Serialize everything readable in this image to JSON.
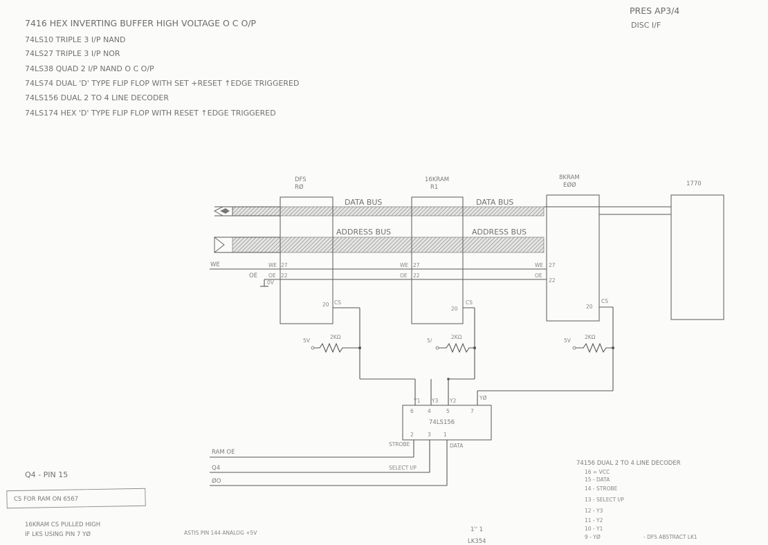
{
  "header_notes": [
    "7416   HEX INVERTING BUFFER HIGH VOLTAGE  O C O/P",
    "74LS10  TRIPLE  3 I/P NAND",
    "74LS27  TRIPLE  3 I/P NOR",
    "74LS38  QUAD  2 I/P NAND  O C O/P",
    "74LS74  DUAL 'D' TYPE FLIP FLOP WITH SET +RESET  ↑EDGE TRIGGERED",
    "74LS156  DUAL  2 TO 4  LINE DECODER",
    "74LS174  HEX 'D' TYPE FLIP FLOP WITH RESET   ↑EDGE TRIGGERED"
  ],
  "title_block": {
    "line1": "PRES AP3/4",
    "line2": "DISC I/F"
  },
  "chips": {
    "dfs": {
      "name": "DFS",
      "id": "RØ"
    },
    "ram16k": {
      "name": "16KRAM",
      "id": "R1"
    },
    "ram8k": {
      "name": "8KRAM",
      "id": "EØØ"
    },
    "fdc": {
      "name": "1770"
    },
    "decoder": {
      "name": "74LS156"
    }
  },
  "bus_labels": {
    "data": "DATA BUS",
    "address": "ADDRESS BUS"
  },
  "signals": {
    "we": "WE",
    "oe": "OE",
    "cs": "CS",
    "zero_v": "0V",
    "pin27": "27",
    "pin22": "22",
    "pin20": "20",
    "five_v": "5V",
    "five_v_alt": "5/",
    "resistor": "2KΩ",
    "ram_oe": "RAM OE",
    "q4": "Q4",
    "phi0": "ØO",
    "strobe": "STROBE",
    "data": "DATA",
    "select_ip": "SELECT I/P"
  },
  "decoder_pins": {
    "top": [
      "6",
      "4",
      "5",
      "7"
    ],
    "outputs": [
      "Y1",
      "Y3",
      "Y2",
      "YØ"
    ],
    "bottom": [
      "2",
      "3",
      "1"
    ]
  },
  "footer_notes": {
    "q4_pin": "Q4 - PIN 15",
    "cs_box": "CS FOR RAM ON 6567",
    "pull_note_1": "16KRAM CS PULLED HIGH",
    "pull_note_2": "IF LKS USING PIN 7 YØ",
    "astis_note": "ASTIS PIN 144 ANALOG +5V",
    "ref_top": "1'' 1",
    "ref_bottom": "LK354",
    "legend_title": "74156  DUAL 2 TO 4  LINE DECODER",
    "legend_items": [
      "16 = VCC",
      "15 - DATA",
      "14 - STROBE",
      "13 - SELECT I/P",
      "12 - Y3",
      "11 - Y2",
      "10 - Y1",
      "9 - YØ"
    ],
    "legend_aside": "- DFS  ABSTRACT LK1"
  }
}
